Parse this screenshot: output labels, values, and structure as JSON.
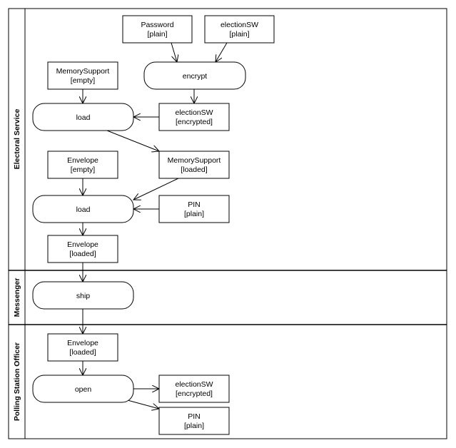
{
  "lanes": [
    {
      "id": "electoral",
      "label": "Electoral Service"
    },
    {
      "id": "messenger",
      "label": "Messenger"
    },
    {
      "id": "officer",
      "label": "Polling Station Officer"
    }
  ],
  "objects": [
    {
      "id": "password",
      "name": "Password",
      "state": "[plain]"
    },
    {
      "id": "electionsw_plain",
      "name": "electionSW",
      "state": "[plain]"
    },
    {
      "id": "memsupport_empty",
      "name": "MemorySupport",
      "state": "[empty]"
    },
    {
      "id": "electionsw_enc",
      "name": "electionSW",
      "state": "[encrypted]"
    },
    {
      "id": "envelope_empty",
      "name": "Envelope",
      "state": "[empty]"
    },
    {
      "id": "memsupport_loaded",
      "name": "MemorySupport",
      "state": "[loaded]"
    },
    {
      "id": "pin_plain",
      "name": "PIN",
      "state": "[plain]"
    },
    {
      "id": "envelope_loaded",
      "name": "Envelope",
      "state": "[loaded]"
    },
    {
      "id": "envelope_loaded_2",
      "name": "Envelope",
      "state": "[loaded]"
    },
    {
      "id": "electionsw_enc_2",
      "name": "electionSW",
      "state": "[encrypted]"
    },
    {
      "id": "pin_plain_2",
      "name": "PIN",
      "state": "[plain]"
    }
  ],
  "activities": [
    {
      "id": "encrypt",
      "label": "encrypt"
    },
    {
      "id": "load1",
      "label": "load"
    },
    {
      "id": "load2",
      "label": "load"
    },
    {
      "id": "ship",
      "label": "ship"
    },
    {
      "id": "open",
      "label": "open"
    }
  ],
  "edges": [
    {
      "from": "password",
      "to": "encrypt"
    },
    {
      "from": "electionsw_plain",
      "to": "encrypt"
    },
    {
      "from": "encrypt",
      "to": "electionsw_enc"
    },
    {
      "from": "memsupport_empty",
      "to": "load1"
    },
    {
      "from": "electionsw_enc",
      "to": "load1"
    },
    {
      "from": "load1",
      "to": "memsupport_loaded"
    },
    {
      "from": "envelope_empty",
      "to": "load2"
    },
    {
      "from": "memsupport_loaded",
      "to": "load2"
    },
    {
      "from": "pin_plain",
      "to": "load2"
    },
    {
      "from": "load2",
      "to": "envelope_loaded"
    },
    {
      "from": "envelope_loaded",
      "to": "ship"
    },
    {
      "from": "ship",
      "to": "envelope_loaded_2"
    },
    {
      "from": "envelope_loaded_2",
      "to": "open"
    },
    {
      "from": "open",
      "to": "electionsw_enc_2"
    },
    {
      "from": "open",
      "to": "pin_plain_2"
    }
  ]
}
